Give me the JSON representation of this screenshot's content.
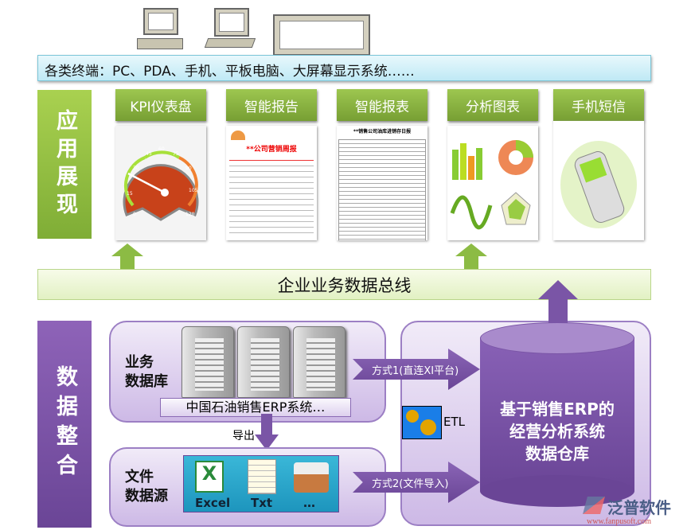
{
  "terminals_banner": "各类终端：PC、PDA、手机、平板电脑、大屏幕显示系统……",
  "application_label": "应用展现",
  "tiles": [
    {
      "label": "KPI仪表盘",
      "gauge_ticks": [
        "0",
        "15",
        "30",
        "45",
        "60",
        "75",
        "90",
        "105",
        "120"
      ]
    },
    {
      "label": "智能报告",
      "doc_title": "**公司营销周报"
    },
    {
      "label": "智能报表",
      "doc_title": "**销售公司油库进销存日报"
    },
    {
      "label": "分析图表"
    },
    {
      "label": "手机短信"
    }
  ],
  "data_bus": "企业业务数据总线",
  "integration_label": "数据整合",
  "business_db": {
    "label": "业务\n数据库",
    "system": "中国石油销售ERP系统…"
  },
  "export_label": "导出",
  "file_source": {
    "label": "文件\n数据源",
    "types": [
      "Excel",
      "Txt",
      "…"
    ]
  },
  "method1": "方式1(直连XI平台)",
  "method2": "方式2(文件导入)",
  "etl_label": "ETL",
  "warehouse": "基于销售ERP的\n经营分析系统\n数据仓库",
  "logo": {
    "name": "泛普软件",
    "url": "www.fanpusoft.com"
  },
  "colors": {
    "green": "#8bb83f",
    "purple": "#7a55a6",
    "banner": "#cdeef7"
  }
}
